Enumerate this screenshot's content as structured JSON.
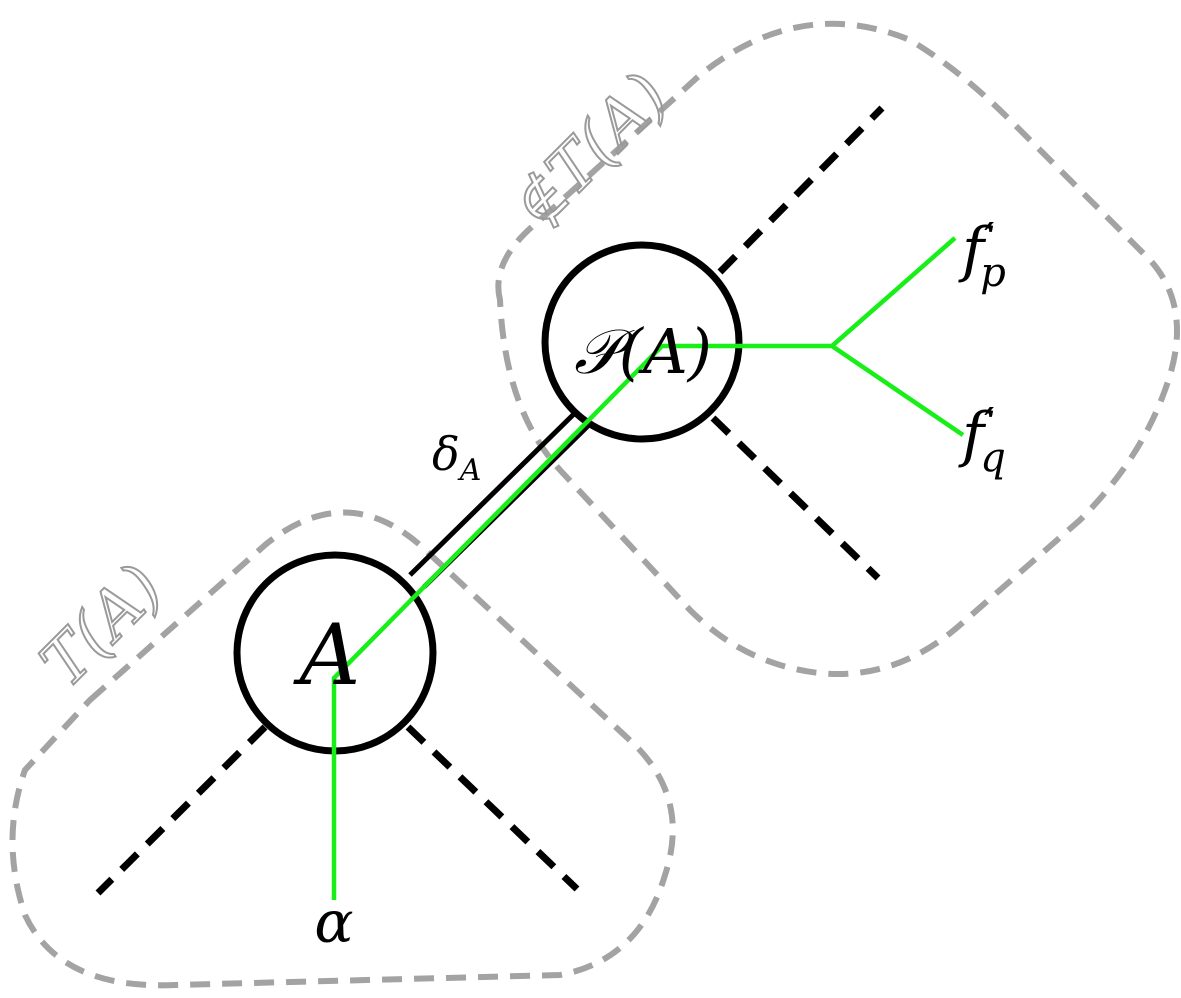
{
  "labels": {
    "node_a": "A",
    "node_parent": "𝒫(A)",
    "edge_weight": "δ",
    "edge_weight_sub": "A",
    "subtree_label": "T(A)",
    "complement_label": "∉T(A)",
    "root_label": "α",
    "leaf_p": "f",
    "leaf_p_prime": "′",
    "leaf_p_sub": "p",
    "leaf_q": "f",
    "leaf_q_prime": "′",
    "leaf_q_sub": "q"
  },
  "colors": {
    "path": "#18ee18",
    "region_outline": "#a3a3a3",
    "edge": "#000000"
  }
}
